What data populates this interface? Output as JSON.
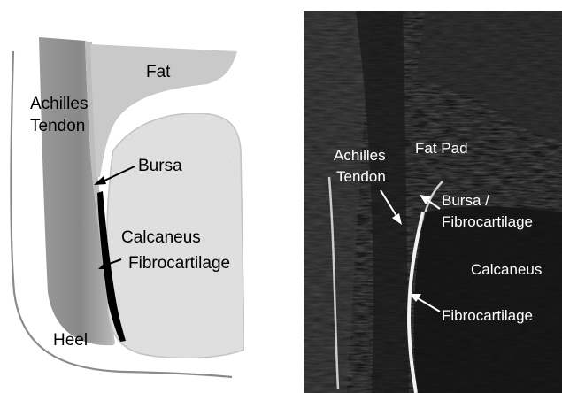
{
  "diagram": {
    "labels": {
      "fat": "Fat",
      "achilles_line1": "Achilles",
      "achilles_line2": "Tendon",
      "bursa": "Bursa",
      "calcaneus": "Calcaneus",
      "fibrocartilage": "Fibrocartilage",
      "heel": "Heel"
    },
    "colors": {
      "tendon": "#8c8c8c",
      "tendon_edge": "#b5b5b5",
      "fat": "#c6c6c6",
      "bone": "#e9e9e9",
      "fibrocartilage": "#000000",
      "skin_line": "#808080"
    }
  },
  "mri": {
    "labels": {
      "fat_pad": "Fat Pad",
      "achilles_line1": "Achilles",
      "achilles_line2": "Tendon",
      "bursa_line1": "Bursa /",
      "bursa_line2": "Fibrocartilage",
      "calcaneus": "Calcaneus",
      "fibrocartilage": "Fibrocartilage"
    },
    "colors": {
      "background": "#0b0b0b",
      "label": "#ffffff"
    }
  }
}
